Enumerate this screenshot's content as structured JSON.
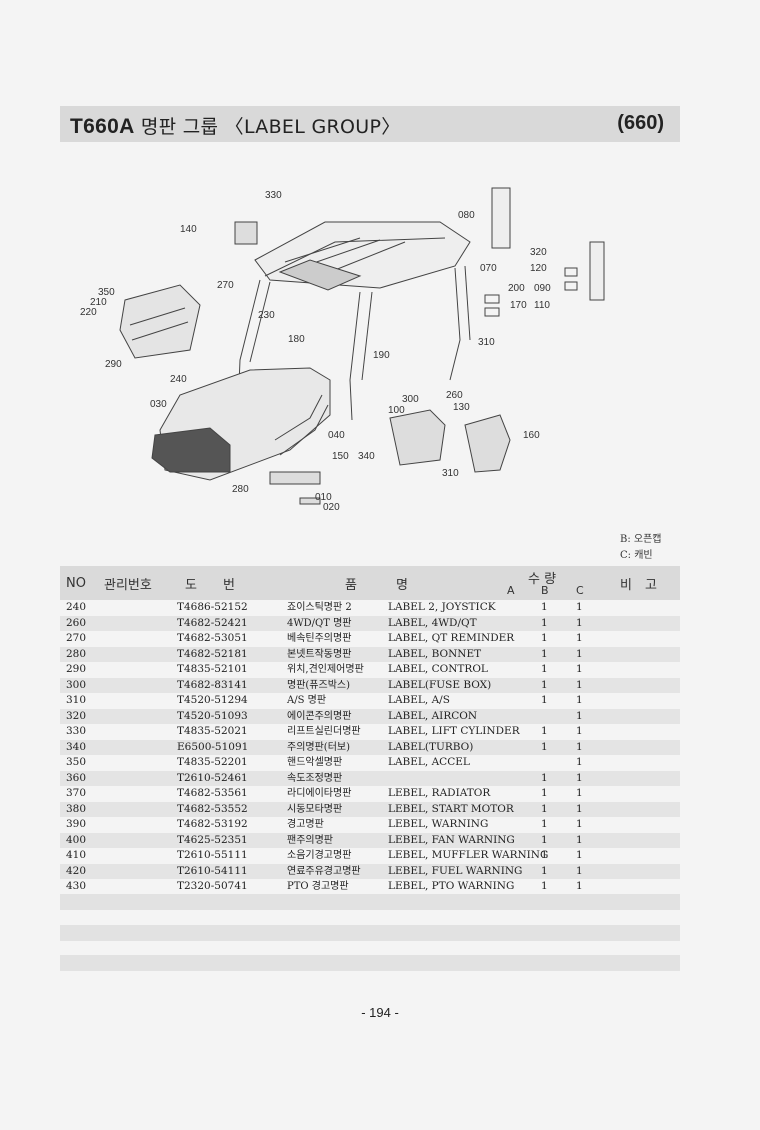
{
  "header": {
    "model": "T660A",
    "title_text": "명판 그룹 〈LABEL GROUP〉",
    "group_code": "(660)"
  },
  "diagram": {
    "callouts": [
      "330",
      "080",
      "140",
      "320",
      "120",
      "070",
      "090",
      "200",
      "110",
      "170",
      "350",
      "210",
      "220",
      "270",
      "230",
      "180",
      "310",
      "190",
      "290",
      "240",
      "300",
      "260",
      "030",
      "100",
      "130",
      "040",
      "160",
      "150",
      "340",
      "310",
      "280",
      "010",
      "020"
    ]
  },
  "legend": {
    "b_text": "B: 오픈캡",
    "c_text": "C: 캐빈"
  },
  "table": {
    "headers": {
      "no": "NO",
      "mgmt": "관리번호",
      "drawing": "도　　번",
      "name": "품　　　명",
      "qty": "수 량",
      "a": "A",
      "b": "B",
      "c": "C",
      "remarks": "비　고"
    },
    "rows": [
      {
        "no": "240",
        "part": "T4686-52152",
        "kor": "죠이스틱명판 2",
        "eng": "LABEL 2, JOYSTICK",
        "b": "1",
        "c": "1"
      },
      {
        "no": "260",
        "part": "T4682-52421",
        "kor": "4WD/QT 명판",
        "eng": "LABEL, 4WD/QT",
        "b": "1",
        "c": "1"
      },
      {
        "no": "270",
        "part": "T4682-53051",
        "kor": "베속틴주의명판",
        "eng": "LABEL, QT REMINDER",
        "b": "1",
        "c": "1"
      },
      {
        "no": "280",
        "part": "T4682-52181",
        "kor": "본넷트작동명판",
        "eng": "LABEL, BONNET",
        "b": "1",
        "c": "1"
      },
      {
        "no": "290",
        "part": "T4835-52101",
        "kor": "위치,견인제어명판",
        "eng": "LABEL, CONTROL",
        "b": "1",
        "c": "1"
      },
      {
        "no": "300",
        "part": "T4682-83141",
        "kor": "명판(퓨즈박스)",
        "eng": "LABEL(FUSE BOX)",
        "b": "1",
        "c": "1"
      },
      {
        "no": "310",
        "part": "T4520-51294",
        "kor": "A/S 명판",
        "eng": "LABEL, A/S",
        "b": "1",
        "c": "1"
      },
      {
        "no": "320",
        "part": "T4520-51093",
        "kor": "에이콘주의명판",
        "eng": "LABEL, AIRCON",
        "b": "",
        "c": "1"
      },
      {
        "no": "330",
        "part": "T4835-52021",
        "kor": "리프트실린더명판",
        "eng": "LABEL, LIFT CYLINDER",
        "b": "1",
        "c": "1"
      },
      {
        "no": "340",
        "part": "E6500-51091",
        "kor": "주의명판(터보)",
        "eng": "LABEL(TURBO)",
        "b": "1",
        "c": "1"
      },
      {
        "no": "350",
        "part": "T4835-52201",
        "kor": "핸드악셀명판",
        "eng": "LABEL, ACCEL",
        "b": "",
        "c": "1"
      },
      {
        "no": "360",
        "part": "T2610-52461",
        "kor": "속도조정명판",
        "eng": "",
        "b": "1",
        "c": "1"
      },
      {
        "no": "370",
        "part": "T4682-53561",
        "kor": "라디에이타명판",
        "eng": "LEBEL, RADIATOR",
        "b": "1",
        "c": "1"
      },
      {
        "no": "380",
        "part": "T4682-53552",
        "kor": "시동모타명판",
        "eng": "LEBEL, START MOTOR",
        "b": "1",
        "c": "1"
      },
      {
        "no": "390",
        "part": "T4682-53192",
        "kor": "경고명판",
        "eng": "LEBEL, WARNING",
        "b": "1",
        "c": "1"
      },
      {
        "no": "400",
        "part": "T4625-52351",
        "kor": "팬주의명판",
        "eng": "LEBEL, FAN WARNING",
        "b": "1",
        "c": "1"
      },
      {
        "no": "410",
        "part": "T2610-55111",
        "kor": "소음기경고명판",
        "eng": "LEBEL, MUFFLER WARNING",
        "b": "1",
        "c": "1"
      },
      {
        "no": "420",
        "part": "T2610-54111",
        "kor": "연료주유경고명판",
        "eng": "LEBEL, FUEL WARNING",
        "b": "1",
        "c": "1"
      },
      {
        "no": "430",
        "part": "T2320-50741",
        "kor": "PTO 경고명판",
        "eng": "LEBEL, PTO WARNING",
        "b": "1",
        "c": "1"
      }
    ]
  },
  "footer": {
    "page_number": "- 194 -"
  }
}
